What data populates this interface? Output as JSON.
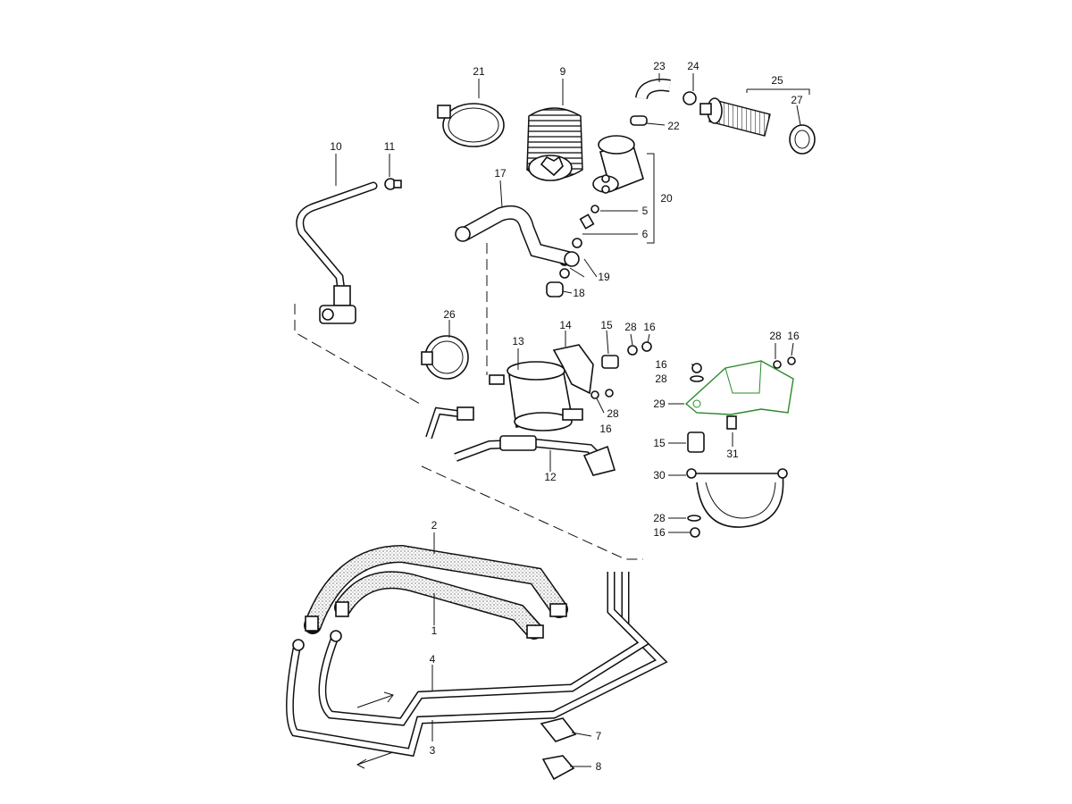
{
  "callouts": [
    "1",
    "2",
    "3",
    "4",
    "5",
    "6",
    "7",
    "8",
    "9",
    "10",
    "11",
    "12",
    "13",
    "14",
    "15",
    "16",
    "17",
    "18",
    "19",
    "20",
    "21",
    "22",
    "23",
    "24",
    "25",
    "26",
    "27",
    "28",
    "29",
    "30",
    "31"
  ],
  "accent_color": "#2a8a2a",
  "line_color": "#111111"
}
